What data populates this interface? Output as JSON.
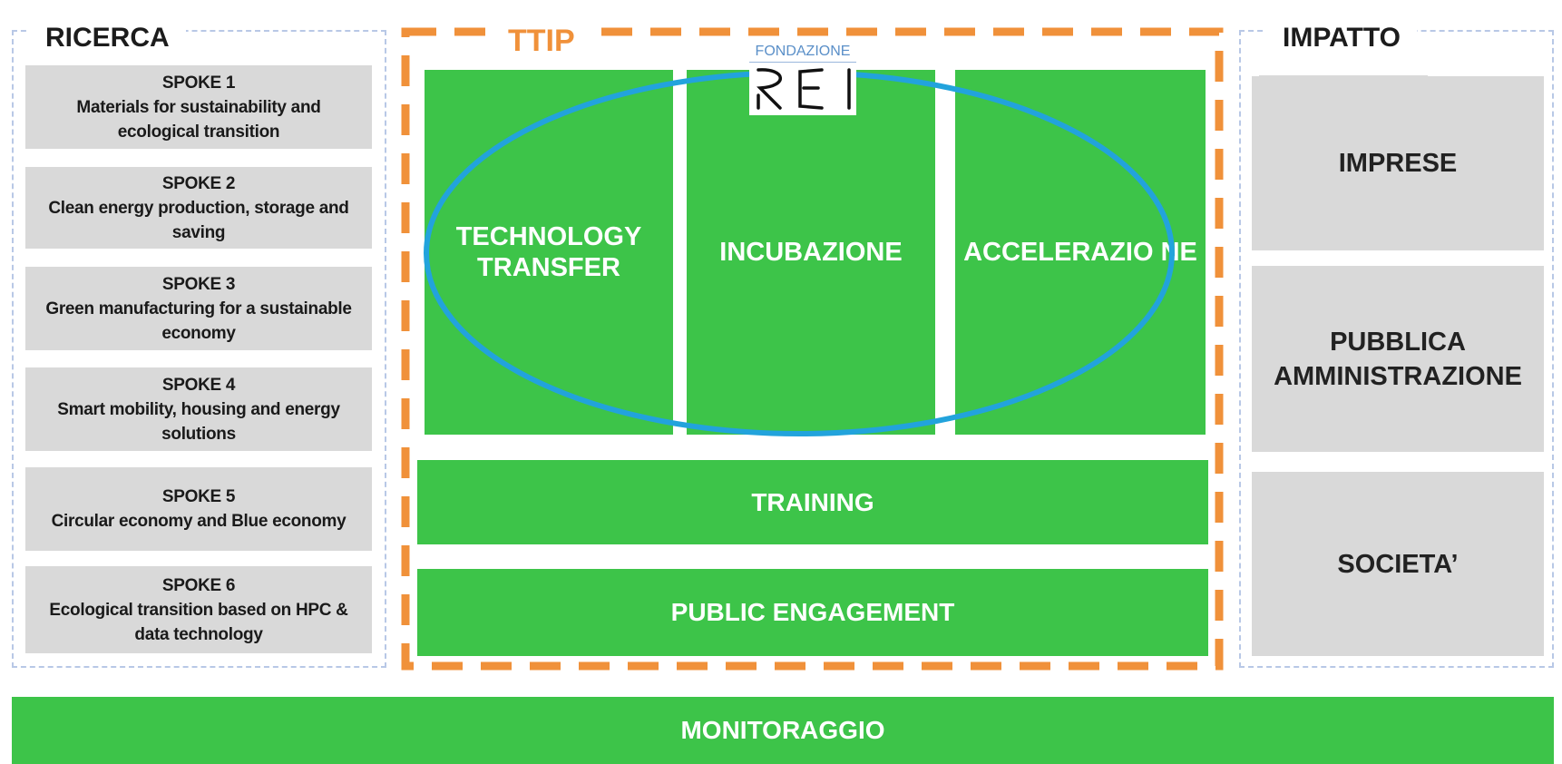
{
  "ricerca": {
    "label": "RICERCA",
    "spokes": [
      {
        "title": "SPOKE 1",
        "desc": "Materials for sustainability and ecological transition"
      },
      {
        "title": "SPOKE 2",
        "desc": "Clean energy production, storage and saving"
      },
      {
        "title": "SPOKE 3",
        "desc": "Green manufacturing for a sustainable economy"
      },
      {
        "title": "SPOKE 4",
        "desc": "Smart mobility, housing and energy solutions"
      },
      {
        "title": "SPOKE 5",
        "desc": "Circular economy and Blue economy"
      },
      {
        "title": "SPOKE 6",
        "desc": "Ecological transition based on HPC & data technology"
      }
    ]
  },
  "ttip": {
    "label": "TTIP",
    "pillars": [
      "TECHNOLOGY TRANSFER",
      "INCUBAZIONE",
      "ACCELERAZIO NE"
    ],
    "training": "TRAINING",
    "public_engagement": "PUBLIC ENGAGEMENT"
  },
  "logo": {
    "small_text": "FONDAZIONE",
    "mark_text": "REI"
  },
  "impatto": {
    "label": "IMPATTO",
    "items": [
      "IMPRESE",
      "PUBBLICA AMMINISTRAZIONE",
      "SOCIETA’"
    ]
  },
  "monitoraggio": "MONITORAGGIO",
  "colors": {
    "green": "#3dc449",
    "orange_dash": "#f0913a",
    "blue_ellipse": "#22a3dc",
    "grey_box": "#d9d9d9",
    "light_blue_dash": "#b8c8e6"
  }
}
